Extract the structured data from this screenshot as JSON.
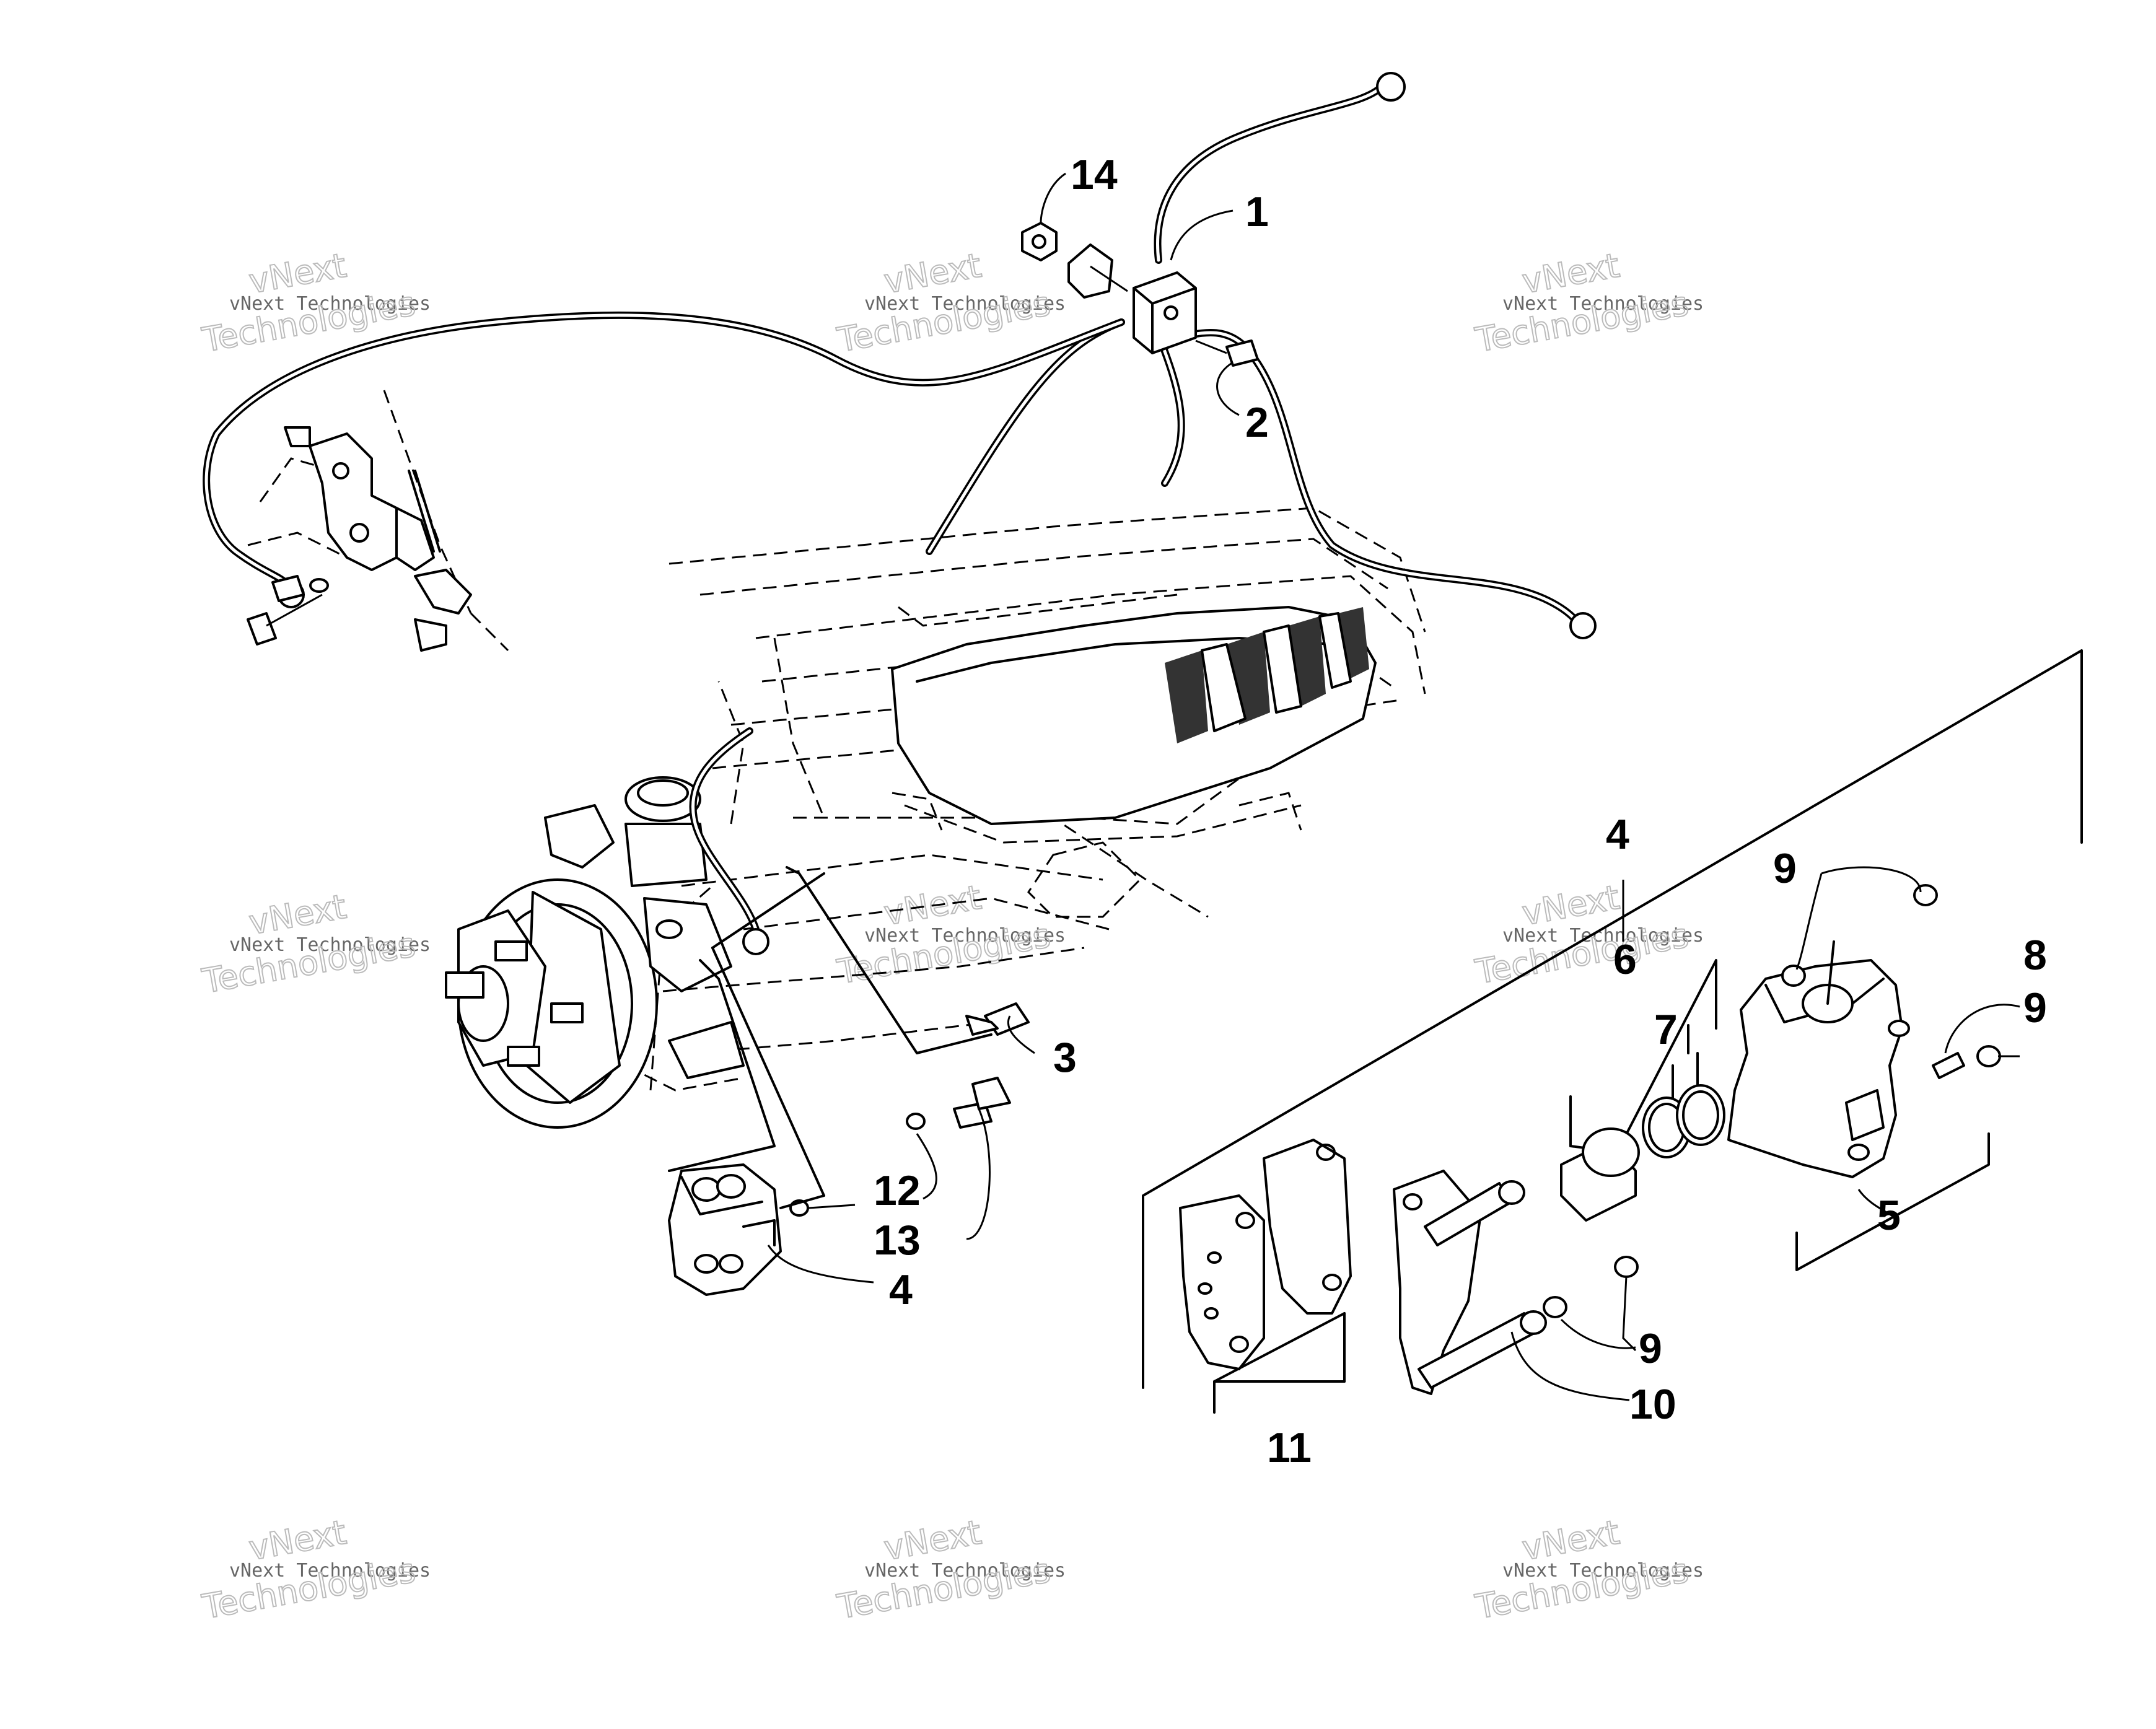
{
  "callouts": {
    "c1": "1",
    "c2": "2",
    "c3": "3",
    "c4a": "4",
    "c4b": "4",
    "c5": "5",
    "c6": "6",
    "c7": "7",
    "c8": "8",
    "c9a": "9",
    "c9b": "9",
    "c9c": "9",
    "c10": "10",
    "c11": "11",
    "c12": "12",
    "c13": "13",
    "c14": "14"
  },
  "watermark": {
    "line1": "vNext Technologies",
    "line2": "Technologies",
    "line3": "vNext"
  }
}
